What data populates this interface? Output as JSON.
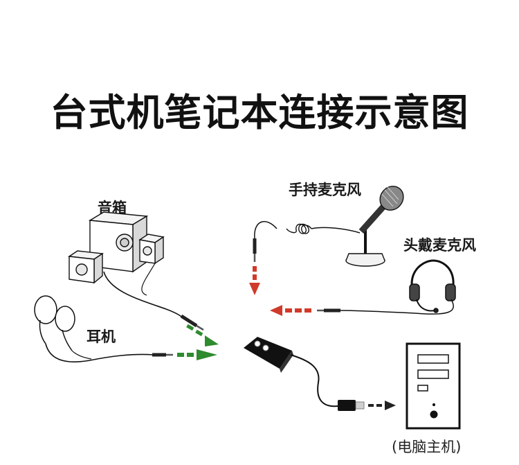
{
  "title": "台式机笔记本连接示意图",
  "labels": {
    "speaker": "音箱",
    "earphone": "耳机",
    "handheld_mic": "手持麦克风",
    "headset_mic": "头戴麦克风",
    "pc": "(电脑主机)"
  },
  "colors": {
    "line": "#111111",
    "output_arrow": "#2e8b2e",
    "input_arrow": "#d03a2a",
    "usb_arrow": "#222222"
  }
}
